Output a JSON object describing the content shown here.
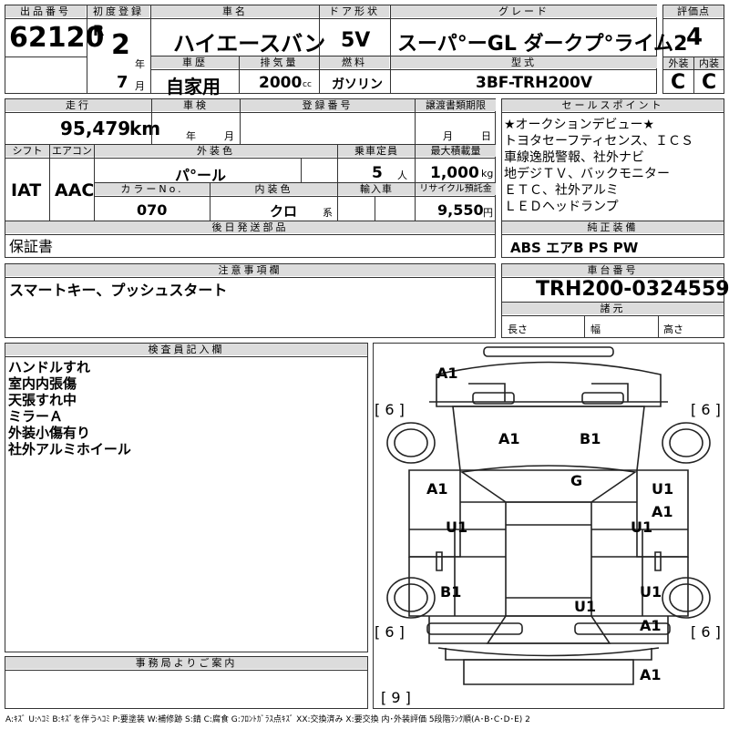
{
  "header": {
    "lot_label": "出品番号",
    "lot_number": "62120",
    "first_reg_label": "初度登録",
    "era": "R",
    "year_num": "2",
    "year_unit": "年",
    "month_num": "7",
    "month_unit": "月",
    "car_name_label": "車名",
    "car_name": "ハイエースバン",
    "door_label": "ドア形状",
    "door": "5V",
    "grade_label": "グレード",
    "grade": "スーパ°ーGL ダークプ°ライム2",
    "score_label": "評価点",
    "score": "4",
    "history_label": "車歴",
    "history": "自家用",
    "displacement_label": "排気量",
    "displacement": "2000",
    "displacement_unit": "cc",
    "fuel_label": "燃料",
    "fuel": "ガソリン",
    "model_label": "型式",
    "model": "3BF-TRH200V",
    "exterior_label": "外装",
    "exterior": "C",
    "interior_label": "内装",
    "interior": "C"
  },
  "row2": {
    "mileage_label": "走行",
    "mileage": "95,479",
    "mileage_unit": "km",
    "inspection_label": "車検",
    "insp_year": "年",
    "insp_month": "月",
    "reg_no_label": "登録番号",
    "transfer_label": "譲渡書類期限",
    "transfer_month": "月",
    "transfer_day": "日",
    "shift_label": "シフト",
    "shift": "IAT",
    "ac_label": "エアコン",
    "ac": "AAC",
    "color_label": "外装色",
    "color": "パ°ール",
    "capacity_label": "乗車定員",
    "capacity": "5",
    "capacity_unit": "人",
    "load_label": "最大積載量",
    "load": "1,000",
    "load_unit": "kg",
    "color_no_label": "カラーNo.",
    "color_no": "070",
    "int_color_label": "内装色",
    "int_color": "クロ",
    "int_color_unit": "系",
    "import_label": "輸入車",
    "recycle_label": "リサイクル預託金",
    "recycle": "9,550",
    "recycle_unit": "円",
    "later_label": "後日発送部品",
    "later": "保証書"
  },
  "sales": {
    "label": "セールスポイント",
    "lines": [
      "★オークションデビュー★",
      "トヨタセーフティセンス、ＩＣＳ",
      "車線逸脱警報、社外ナビ",
      "地デジＴＶ、バックモニター",
      "ＥＴＣ、社外アルミ",
      "ＬＥＤヘッドランプ"
    ]
  },
  "options": {
    "label": "純正装備",
    "value": "ABS エアB PS PW"
  },
  "notes": {
    "label": "注意事項欄",
    "value": "スマートキー、プッシュスタート"
  },
  "chassis": {
    "label": "車台番号",
    "value": "TRH200-0324559",
    "spec_label": "諸元",
    "length": "長さ",
    "width": "幅",
    "height": "高さ"
  },
  "inspector": {
    "label": "検査員記入欄",
    "lines": [
      "ハンドルすれ",
      "室内内張傷",
      "天張すれ中",
      "ミラーＡ",
      "外装小傷有り",
      "社外アルミホイール"
    ]
  },
  "office": {
    "label": "事務局よりご案内"
  },
  "diagram": {
    "marks": [
      {
        "id": "a1-top-left",
        "text": "A1"
      },
      {
        "id": "a1-hood-left",
        "text": "A1"
      },
      {
        "id": "b1-hood-right",
        "text": "B1"
      },
      {
        "id": "g-windshield",
        "text": "G"
      },
      {
        "id": "a1-left-front",
        "text": "A1"
      },
      {
        "id": "u1-right-front",
        "text": "U1"
      },
      {
        "id": "a1-right-front",
        "text": "A1"
      },
      {
        "id": "u1-left-mid",
        "text": "U1"
      },
      {
        "id": "u1-right-mid",
        "text": "U1"
      },
      {
        "id": "b1-left-rear",
        "text": "B1"
      },
      {
        "id": "u1-roof-rear",
        "text": "U1"
      },
      {
        "id": "u1-right-rear",
        "text": "U1"
      },
      {
        "id": "a1-right-rear",
        "text": "A1"
      },
      {
        "id": "a1-back",
        "text": "A1"
      }
    ],
    "tires": {
      "front_left": "6",
      "front_right": "6",
      "rear_left": "6",
      "rear_right": "6",
      "spare": "9"
    }
  },
  "legend": "A:ｷｽﾞ U:ﾍｺﾐ B:ｷｽﾞを伴うﾍｺﾐ P:要塗装 W:補修跡 S:錆 C:腐食 G:ﾌﾛﾝﾄｶﾞﾗｽ点ｷｽﾞ XX:交換済み X:要交換 内･外装評価 5段階ﾗﾝｸ順(A･B･C･D･E) 2"
}
